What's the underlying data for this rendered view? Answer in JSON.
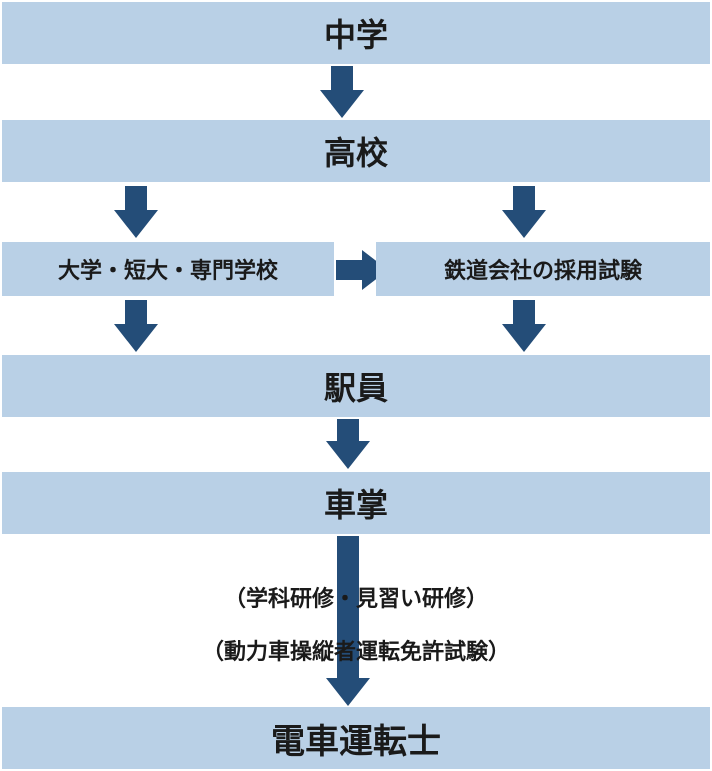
{
  "colors": {
    "box": "#b9d0e6",
    "arrow": "#244d78",
    "text": "#1a1a1a"
  },
  "boxes": {
    "middle_school": "中学",
    "high_school": "高校",
    "university": "大学・短大・専門学校",
    "railway_exam": "鉄道会社の採用試験",
    "station_staff": "駅員",
    "conductor": "車掌",
    "train_driver": "電車運転士"
  },
  "notes": {
    "training": "（学科研修・見習い研修）",
    "license_exam": "（動力車操縦者運転免許試験）"
  },
  "arrow_icon": "down-arrow-icon"
}
